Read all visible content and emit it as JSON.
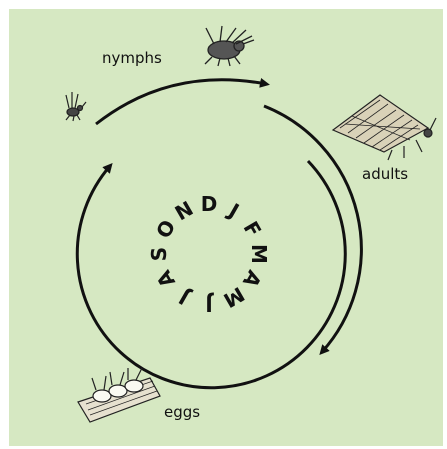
{
  "labels": {
    "nymphs": "nymphs",
    "adults": "adults",
    "eggs": "eggs"
  },
  "months": [
    "J",
    "F",
    "M",
    "A",
    "M",
    "J",
    "J",
    "A",
    "S",
    "O",
    "N",
    "D"
  ],
  "colors": {
    "background": "#d6e8c2",
    "ink": "#111111"
  },
  "icons": [
    "nymph-small-icon",
    "nymph-large-icon",
    "adult-moth-icon",
    "eggs-icon"
  ]
}
